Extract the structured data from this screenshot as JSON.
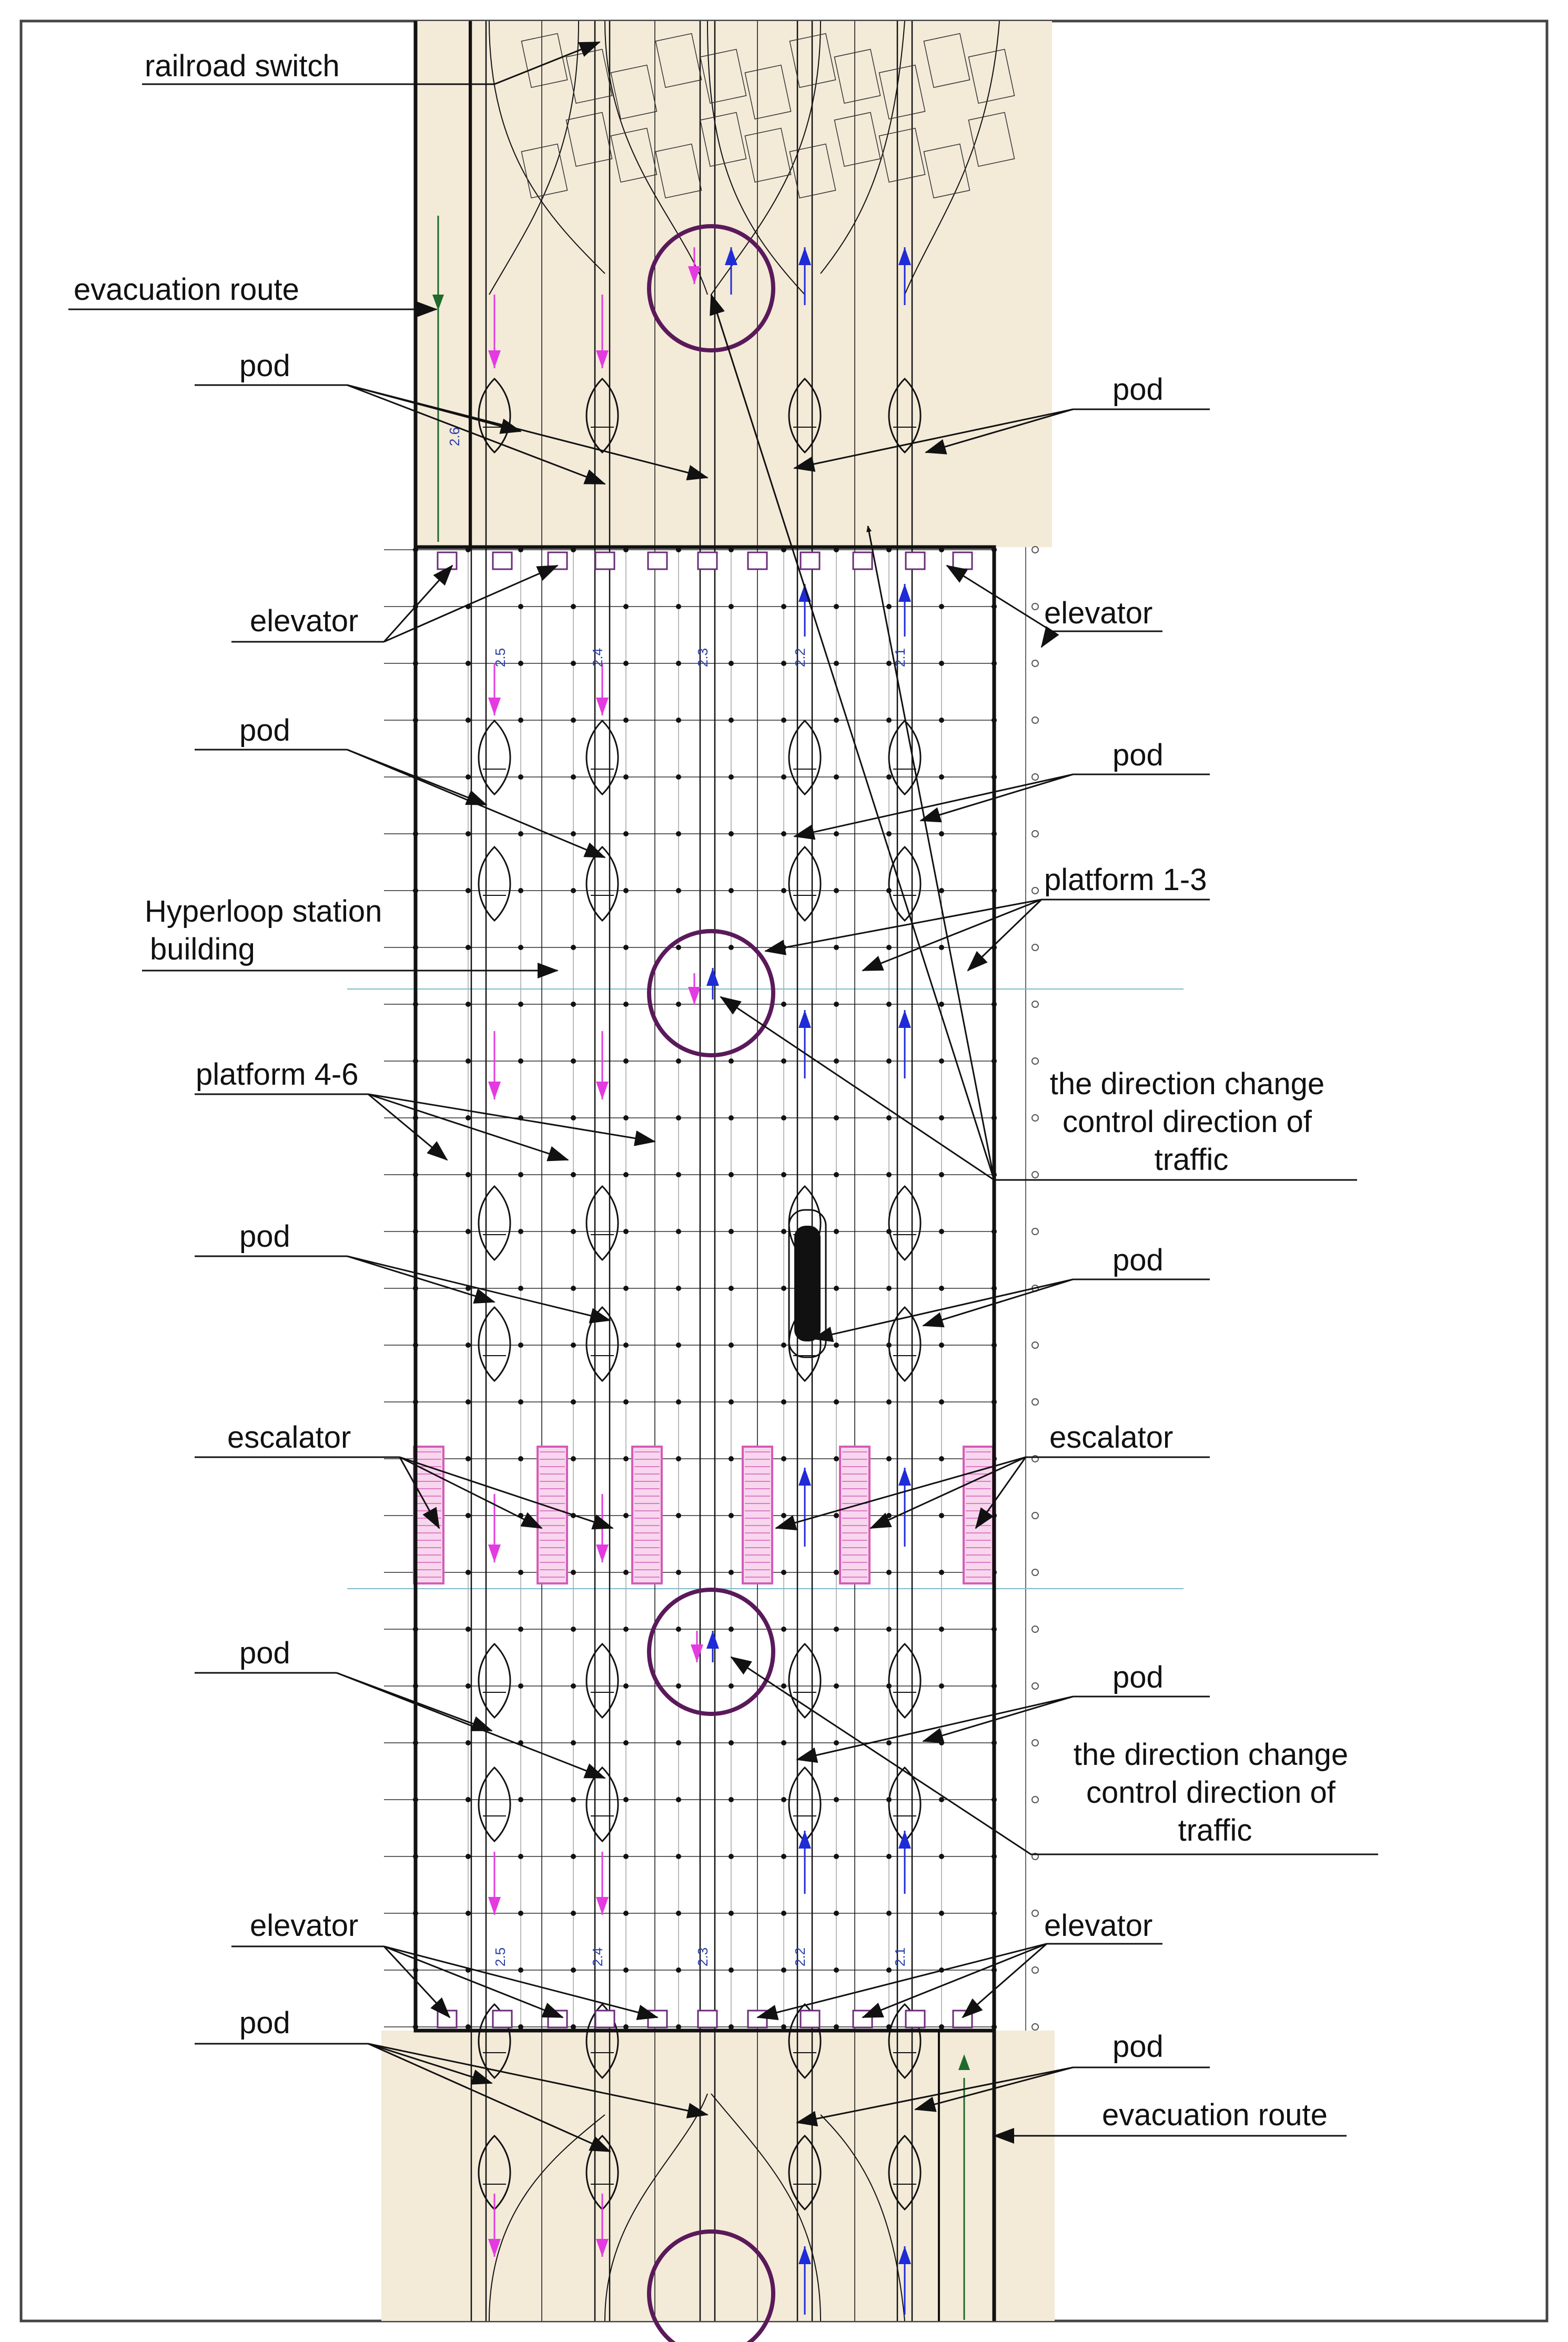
{
  "colors": {
    "tan": "#f3ead8",
    "outline": "#111111",
    "grid": "#2a2a2a",
    "magenta": "#e33be0",
    "blue": "#1f2bd6",
    "circle": "#5a1a5a",
    "escalator": "#d55bb5"
  },
  "track_labels": [
    "2.6",
    "2.5",
    "2.4",
    "2.3",
    "2.2",
    "2.1"
  ],
  "labels": {
    "railroad_switch": "railroad switch",
    "evacuation_route_top": "evacuation route",
    "pod_top_left": "pod",
    "pod_top_right": "pod",
    "elevator_top_left": "elevator",
    "elevator_top_right": "elevator",
    "pod_upper_left": "pod",
    "pod_upper_right": "pod",
    "station_building": [
      "Hyperloop station",
      "building"
    ],
    "platform_1_3": "platform 1-3",
    "platform_4_6": "platform 4-6",
    "direction_change_1": [
      "the direction change",
      "control direction of",
      "traffic"
    ],
    "pod_mid_left": "pod",
    "pod_mid_right": "pod",
    "escalator_left": "escalator",
    "escalator_right": "escalator",
    "pod_lower_left": "pod",
    "pod_lower_right": "pod",
    "direction_change_2": [
      "the direction change",
      "control direction of",
      "traffic"
    ],
    "elevator_bottom_left": "elevator",
    "elevator_bottom_right": "elevator",
    "pod_bottom_left": "pod",
    "pod_bottom_right": "pod",
    "evacuation_route_bottom": "evacuation route"
  }
}
